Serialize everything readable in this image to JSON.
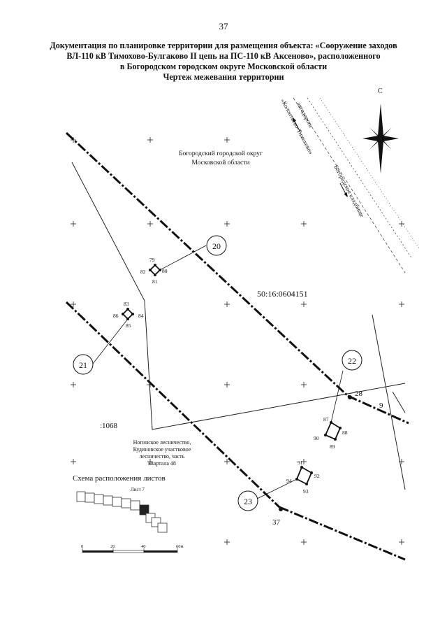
{
  "page_number": "37",
  "header": {
    "line1": "Документация по планировке территории для размещения объекта: «Сооружение заходов",
    "line2": "ВЛ-110 кВ Тимохово-Булгаково II цепь на ПС-110 кВ Аксеново», расположенного",
    "line3": "в Богородском городском округе Московской области",
    "line4": "Чертеж межевания территории"
  },
  "map": {
    "north_label": "С",
    "district_line1": "Богородский городской округ",
    "district_line2": "Московской области",
    "road_line1": "автодорога",
    "road_line2": "«Колонтаево-Тимохово»",
    "cemetery": "Богородское кладбище",
    "cadastral": "50:16:0604151",
    "plot_1068": ":1068",
    "forestry_line1": "Ногинское лесничество,",
    "forestry_line2": "Кудиновское участковое",
    "forestry_line3": "лесничество, часть",
    "forestry_line4": "квартала 48",
    "callouts": [
      "20",
      "21",
      "22",
      "23"
    ],
    "points": {
      "p79": "79",
      "p80": "80",
      "p81": "81",
      "p82": "82",
      "p83": "83",
      "p84": "84",
      "p85": "85",
      "p86": "86",
      "p87": "87",
      "p88": "88",
      "p89": "89",
      "p90": "90",
      "p91": "91",
      "p92": "92",
      "p93": "93",
      "p94": "94",
      "p28": "28",
      "p9": "9",
      "p37": "37"
    }
  },
  "sheet_scheme": {
    "title": "Схема расположения листов",
    "sheet_label": "Лист 7"
  },
  "scale_bar": {
    "t0": "0",
    "t20": "20",
    "t40": "40",
    "t60": "60м"
  }
}
